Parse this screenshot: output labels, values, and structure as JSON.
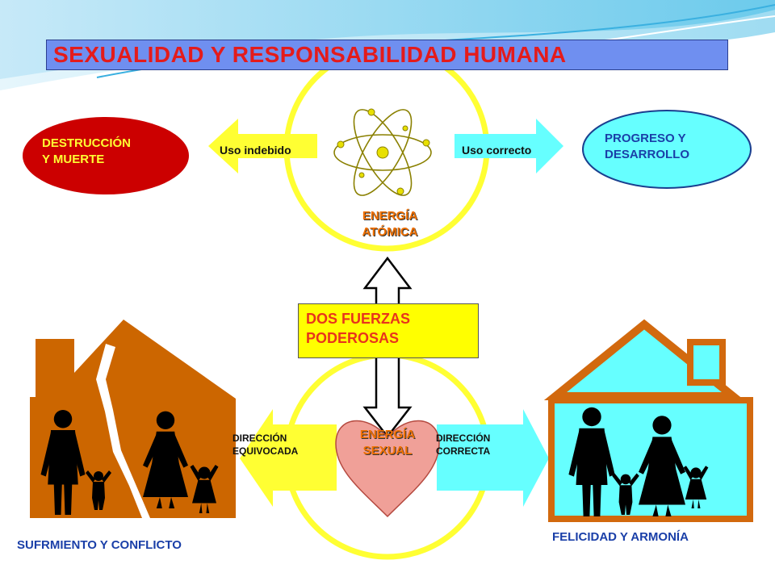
{
  "title": "SEXUALIDAD Y RESPONSABILIDAD HUMANA",
  "atomic": {
    "line1": "ENERGÍA",
    "line2": "ATÓMICA",
    "misuse": "Uso indebido",
    "correct_use": "Uso correcto",
    "bad_outcome": {
      "line1": "DESTRUCCIÓN",
      "line2": "Y MUERTE"
    },
    "good_outcome": {
      "line1": "PROGRESO Y",
      "line2": "DESARROLLO"
    }
  },
  "center": {
    "line1": "DOS FUERZAS",
    "line2": "PODEROSAS"
  },
  "sexual": {
    "line1": "ENERGÍA",
    "line2": "SEXUAL",
    "wrong_direction": {
      "line1": "DIRECCIÓN",
      "line2": "EQUIVOCADA"
    },
    "right_direction": {
      "line1": "DIRECCIÓN",
      "line2": "CORRECTA"
    }
  },
  "outcomes": {
    "left": "SUFRMIENTO Y CONFLICTO",
    "right": "FELICIDAD Y ARMONÍA"
  },
  "colors": {
    "title_bg": "#6f8ff0",
    "title_text": "#e41b1b",
    "yellow": "#ffff00",
    "red_ellipse": "#cc0000",
    "cyan": "#66ffff",
    "house_brown": "#cc6600",
    "house_blue": "#d2690e",
    "heart": "#f0a098",
    "orange_text": "#f07000",
    "blue_text": "#1a3fa8"
  },
  "icons": [
    "atom-icon",
    "family-silhouette-icon",
    "house-icon",
    "heart-icon"
  ]
}
